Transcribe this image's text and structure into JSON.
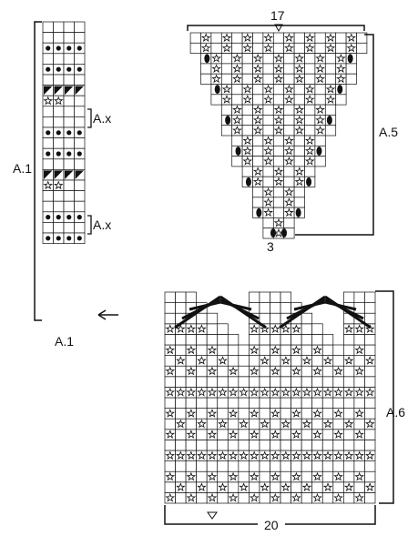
{
  "chart_a1": {
    "label_side": "A.1",
    "label_bottom": "A.1",
    "bracket_labels": [
      "A.x",
      "A.x"
    ],
    "cols": 4,
    "rows": [
      "....",
      "....",
      "DDDD",
      "....",
      "DDDD",
      "....",
      "TTTT",
      "SS..",
      "....",
      "....",
      "DDDD",
      "....",
      "DDDD",
      "....",
      "TTTT",
      "SS..",
      "....",
      "....",
      "DDDD",
      "....",
      "DDDD"
    ],
    "bracket_rows": [
      [
        6,
        7
      ],
      [
        14,
        15
      ]
    ],
    "arrow_row": 19
  },
  "chart_a5": {
    "label": "A.5",
    "top_count": "17",
    "bottom_count": "3",
    "top_row_cols": 17,
    "bottom_row_cols": 3
  },
  "chart_a6": {
    "label": "A.6",
    "bottom_count": "20",
    "cols": 20
  }
}
